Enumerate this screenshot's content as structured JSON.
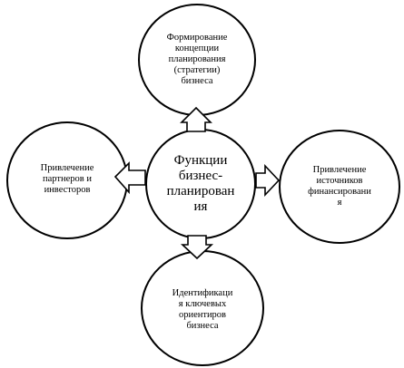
{
  "center": {
    "text": "Функции\nбизнес-\nпланирован\nия"
  },
  "nodes": {
    "top": {
      "text": "Формирование\nконцепции\nпланирования\n(стратегии)\nбизнеса"
    },
    "left": {
      "text": "Привлечение\nпартнеров и\nинвесторов"
    },
    "right": {
      "text": "Привлечение\nисточников\nфинансировани\nя"
    },
    "bottom": {
      "text": "Идентификаци\nя ключевых\nориентиров\nбизнеса"
    }
  }
}
